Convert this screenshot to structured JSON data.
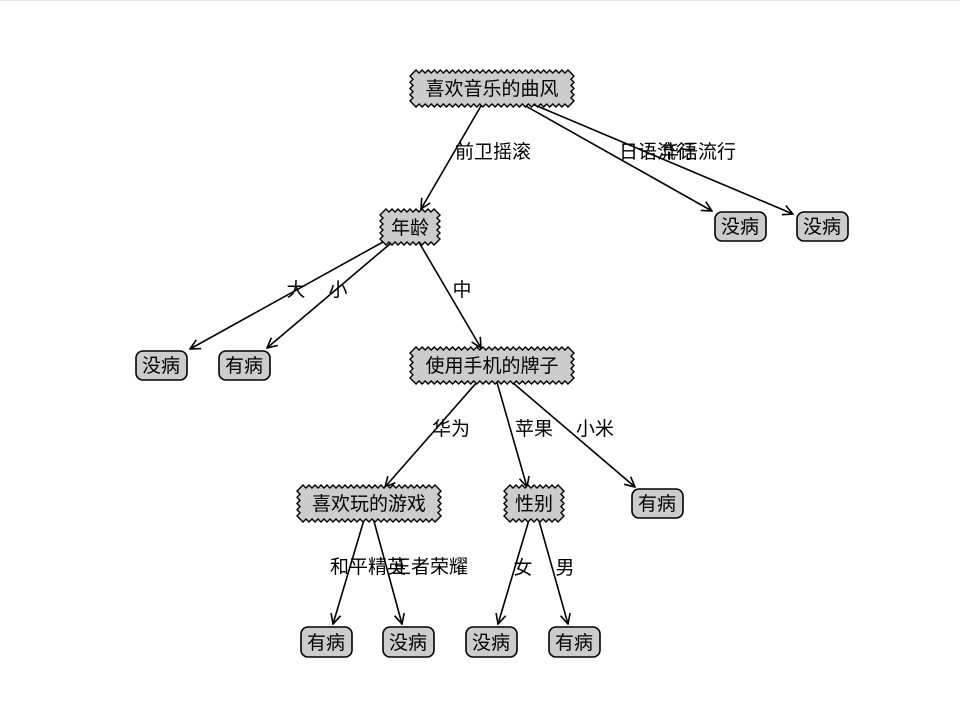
{
  "tree": {
    "root": {
      "label": "喜欢音乐的曲风"
    },
    "decision_nodes": {
      "age": "年龄",
      "phone": "使用手机的牌子",
      "game": "喜欢玩的游戏",
      "gender": "性别"
    },
    "leaf_labels": {
      "sick": "有病",
      "healthy": "没病"
    },
    "edge_labels": {
      "rock": "前卫摇滚",
      "japanese": "日语流行",
      "chinese": "华语流行",
      "big": "大",
      "small": "小",
      "middle": "中",
      "huawei": "华为",
      "apple": "苹果",
      "xiaomi": "小米",
      "peace": "和平精英",
      "honor": "王者荣耀",
      "female": "女",
      "male": "男"
    }
  },
  "colors": {
    "node_fill": "#cccccc",
    "stroke": "#000000"
  }
}
